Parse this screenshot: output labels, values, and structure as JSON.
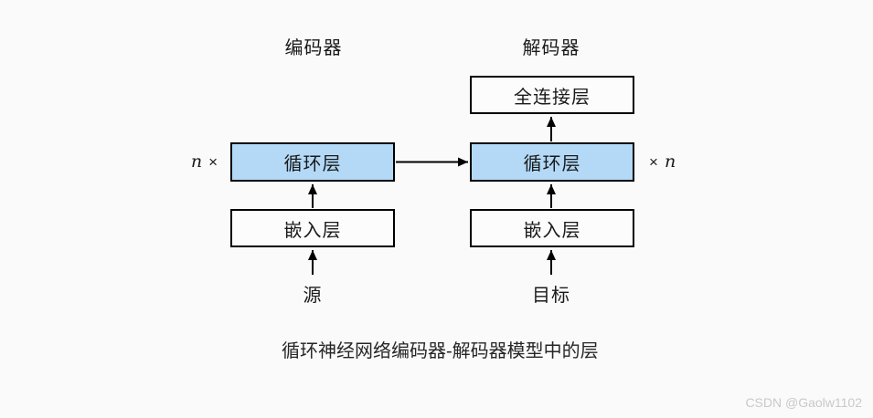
{
  "page": {
    "caption": "循环神经网络编码器-解码器模型中的层",
    "watermark": "CSDN @Gaolw1102"
  },
  "diagram": {
    "encoder": {
      "title": "编码器",
      "repeat_n": "n",
      "repeat_times": "×",
      "layers": {
        "recurrent": "循环层",
        "embedding": "嵌入层"
      },
      "input": "源"
    },
    "decoder": {
      "title": "解码器",
      "repeat_times": "×",
      "repeat_n": "n",
      "layers": {
        "dense": "全连接层",
        "recurrent": "循环层",
        "embedding": "嵌入层"
      },
      "input": "目标"
    },
    "colors": {
      "background": "#fafafa",
      "highlight_fill": "#b3d9f7",
      "plain_fill": "#fcfcfc",
      "stroke": "#000000",
      "watermark_color": "#c9c9c9"
    }
  }
}
